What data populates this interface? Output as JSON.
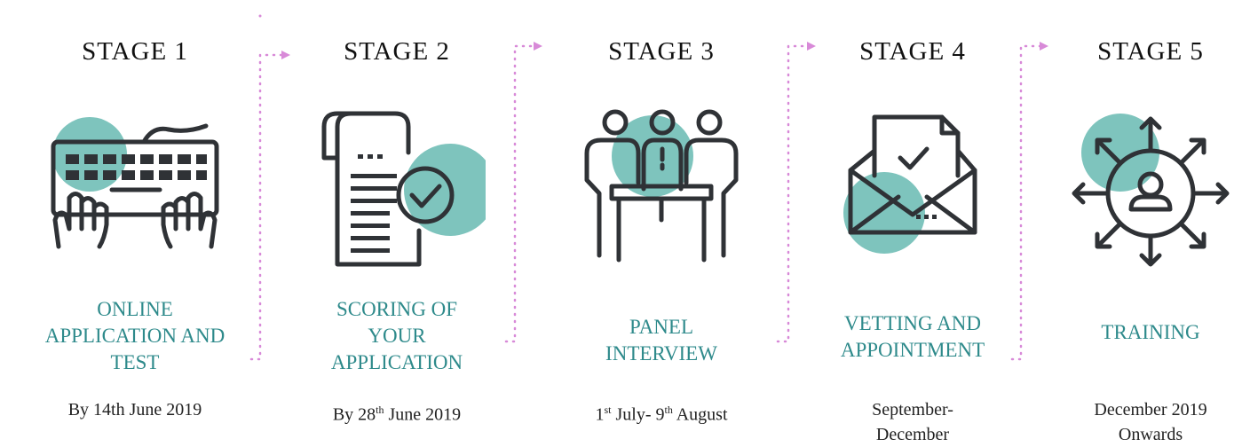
{
  "stages": [
    {
      "title": "STAGE 1",
      "description": [
        "ONLINE",
        "APPLICATION AND",
        "TEST"
      ],
      "date": "By 14th June 2019",
      "icon": "keyboard-hands-icon"
    },
    {
      "title": "STAGE 2",
      "description": [
        "SCORING OF",
        "YOUR",
        "APPLICATION"
      ],
      "date_parts": [
        "By 28",
        "th",
        " June 2019"
      ],
      "icon": "scroll-checkmark-icon"
    },
    {
      "title": "STAGE 3",
      "description": [
        "PANEL",
        "INTERVIEW"
      ],
      "date_parts": [
        "1",
        "st",
        " July- 9",
        "th",
        " August"
      ],
      "icon": "panel-interview-icon"
    },
    {
      "title": "STAGE 4",
      "description": [
        "VETTING AND",
        "APPOINTMENT"
      ],
      "date_lines": [
        "September-",
        "December"
      ],
      "icon": "envelope-letter-icon"
    },
    {
      "title": "STAGE 5",
      "description": [
        "TRAINING"
      ],
      "date_lines": [
        "December 2019",
        "Onwards"
      ],
      "icon": "person-target-arrows-icon"
    }
  ],
  "colors": {
    "accent_teal": "#7ec4bd",
    "text_teal": "#2e8a8b",
    "connector_pink": "#d88ad8",
    "icon_stroke": "#2f3236"
  }
}
